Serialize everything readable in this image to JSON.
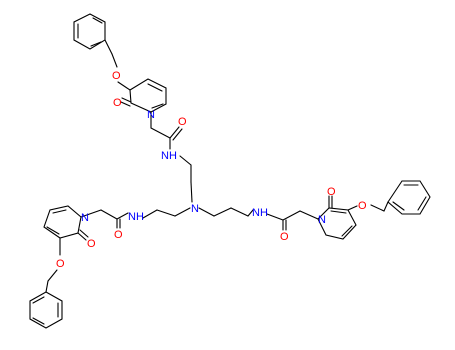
{
  "atoms": {
    "o_top_ether": "O",
    "o_top_keto": "O",
    "n_top_ring": "N",
    "o_top_amide": "O",
    "nh_top": "NH",
    "n_center": "N",
    "nh_left": "NH",
    "o_left_amide": "O",
    "n_left_ring": "N",
    "o_left_keto": "O",
    "o_left_ether": "O",
    "nh_right": "NH",
    "o_right_amide": "O",
    "n_right_ring": "N",
    "o_right_keto": "O",
    "o_right_ether": "O"
  },
  "colors": {
    "bond": "#000000",
    "oxygen": "#ff0000",
    "nitrogen": "#0000ff",
    "background": "#ffffff"
  }
}
